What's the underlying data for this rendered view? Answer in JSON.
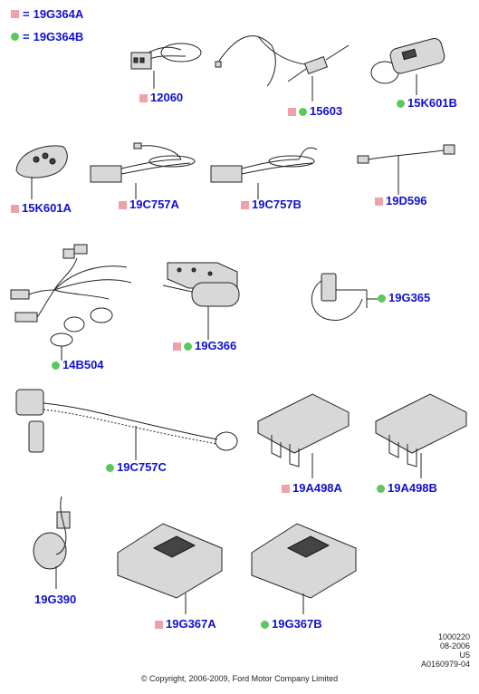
{
  "legend": {
    "pink_code": "19G364A",
    "green_code": "19G364B",
    "equals": "="
  },
  "parts": [
    {
      "code": "12060",
      "markers": [
        "pink"
      ]
    },
    {
      "code": "15603",
      "markers": [
        "pink",
        "green"
      ]
    },
    {
      "code": "15K601B",
      "markers": [
        "green"
      ]
    },
    {
      "code": "15K601A",
      "markers": [
        "pink"
      ]
    },
    {
      "code": "19C757A",
      "markers": [
        "pink"
      ]
    },
    {
      "code": "19C757B",
      "markers": [
        "pink"
      ]
    },
    {
      "code": "19D596",
      "markers": [
        "pink"
      ]
    },
    {
      "code": "19G365",
      "markers": [
        "green"
      ]
    },
    {
      "code": "14B504",
      "markers": [
        "green"
      ]
    },
    {
      "code": "19G366",
      "markers": [
        "pink",
        "green"
      ]
    },
    {
      "code": "19C757C",
      "markers": [
        "green"
      ]
    },
    {
      "code": "19A498A",
      "markers": [
        "pink"
      ]
    },
    {
      "code": "19A498B",
      "markers": [
        "green"
      ]
    },
    {
      "code": "19G390",
      "markers": []
    },
    {
      "code": "19G367A",
      "markers": [
        "pink"
      ]
    },
    {
      "code": "19G367B",
      "markers": [
        "green"
      ]
    }
  ],
  "meta": {
    "line1": "1000220",
    "line2": "08-2006",
    "line3": "U5",
    "line4": "A0160979-04"
  },
  "copyright": "© Copyright, 2006-2009, Ford Motor Company Limited",
  "colors": {
    "label_blue": "#1010d0",
    "marker_pink": "#f0a0a8",
    "marker_green": "#5cc85c"
  }
}
